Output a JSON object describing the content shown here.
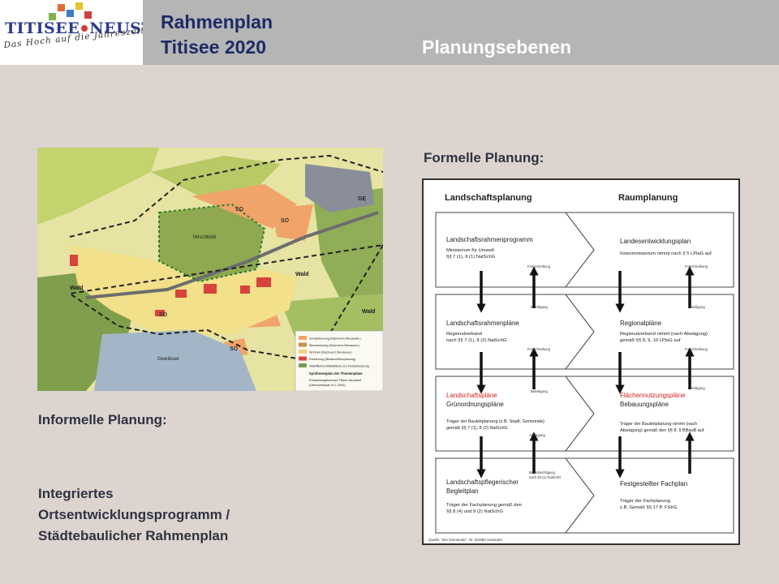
{
  "logo": {
    "name_part1": "Titisee",
    "name_part2": "Neustadt",
    "slogan": "Das Hoch auf die Jahreszeiten",
    "square_colors": [
      "#7fb24a",
      "#e36a34",
      "#3e7cc4",
      "#e6c229",
      "#c9403f"
    ]
  },
  "header": {
    "title_line1": "Rahmenplan",
    "title_line2": "Titisee 2020",
    "section_title": "Planungsebenen"
  },
  "left": {
    "informelle_heading": "Informelle Planung:",
    "integriert_lines": [
      "Integriertes",
      "Ortsentwicklungsprogramm /",
      "Städtebaulicher Rahmenplan"
    ]
  },
  "map": {
    "labels": {
      "so": "SO",
      "hirschbuehl": "Hirschbühl",
      "wald": "Wald",
      "gewaesser": "Gewässer",
      "ge": "GE"
    },
    "legend_items": [
      {
        "label": "Sonderbauung (Nachverd./Neuausw.)",
        "color": "#f0a46a"
      },
      {
        "label": "Mischnutzung (Nachverd./Neuausw.)",
        "color": "#c88f53"
      },
      {
        "label": "Wohnen (Nachverd./Neuausw.)",
        "color": "#f2d17a"
      },
      {
        "label": "Parkierung (Bestand/Neuplanung)",
        "color": "#e0433c"
      },
      {
        "label": "Waldflächen/Waldfläche zur Freizeitnutzung",
        "color": "#7b9b52"
      }
    ],
    "legend_title": "Synthesenplan der Themenpläne",
    "legend_sub1": "Entwicklungskonzept Titisee-Neustadt",
    "legend_sub2": "(Übersichtsplan M 1:2500)"
  },
  "formelle": {
    "heading": "Formelle Planung:",
    "col_left": "Landschaftsplanung",
    "col_right": "Raumplanung",
    "rows": [
      {
        "left_title": "Landschaftsrahmenprogramm",
        "left_sub": [
          "Ministerium für Umwelt",
          "§§ 7 (1), 8 (1) NatSchG"
        ],
        "right_title": "Landesentwicklungsplan",
        "right_sub": [
          "Innenministerium nimmt nach § 5 LPlaG auf"
        ]
      },
      {
        "left_title": "Landschaftsrahmenpläne",
        "left_sub": [
          "Regionalverband",
          "nach §§ 7 (1), 8 (2) NatSchG"
        ],
        "right_title": "Regionalpläne",
        "right_sub": [
          "Regionalverband nimmt (nach Abwägung)",
          "gemäß §§ 8, 9, 10 LPlaG auf"
        ]
      },
      {
        "left_title_red": "Landschaftspläne",
        "left_title": "Grünordnungspläne",
        "left_sub": [
          "Träger der Bauleitplanung (z.B. Stadt, Gemeinde)",
          "gemäß §§ 7 (1), 8 (2) NatSchG"
        ],
        "right_title_red": "Flächennutzungspläne",
        "right_title": "Bebauungspläne",
        "right_sub": [
          "Träger der Bauleitplanung nimmt (nach",
          "Abwägung) gemäß den §§ 8, 9 BBauB auf"
        ]
      },
      {
        "left_title": "Landschaftspflegerischer",
        "left_title2": "Begleitplan",
        "left_sub": [
          "Träger der Fachplanung gemäß den",
          "§§ 8 (4) und 9 (2) NatSchG"
        ],
        "right_title": "Festgestellter Fachplan",
        "right_sub": [
          "Träger der Fachplanung",
          "z.B. Gemäß §§ 17 ff. FStrG"
        ]
      }
    ],
    "small": {
      "fortschreibung": "Fortschreibung",
      "beteiligung": "Beteiligung",
      "abwaegung": "Abwägung",
      "beruecksichtigung1": "Berücksichtigung",
      "beruecksichtigung2": "nach §9 (1) NatSchG"
    },
    "source": "Quelle: \"Die Gemeinde\", Nr. 8/1990 verändert"
  }
}
